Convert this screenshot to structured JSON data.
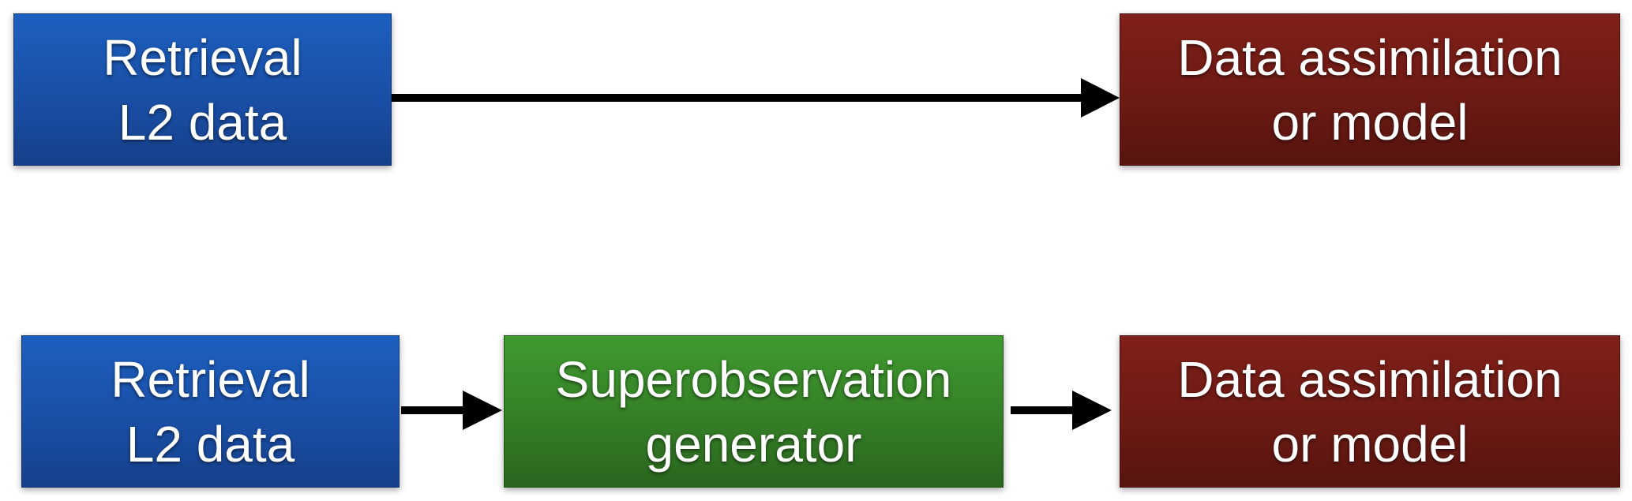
{
  "diagram": {
    "top_row": {
      "source": {
        "line1": "Retrieval",
        "line2": "L2 data"
      },
      "target": {
        "line1": "Data assimilation",
        "line2": "or model"
      }
    },
    "bottom_row": {
      "source": {
        "line1": "Retrieval",
        "line2": "L2 data"
      },
      "middle": {
        "line1": "Superobservation",
        "line2": "generator"
      },
      "target": {
        "line1": "Data assimilation",
        "line2": "or model"
      }
    },
    "colors": {
      "source_box": "#1a4fa6",
      "middle_box": "#357f27",
      "target_box": "#6d1a14",
      "arrow": "#000000",
      "text": "#ffffff"
    }
  }
}
